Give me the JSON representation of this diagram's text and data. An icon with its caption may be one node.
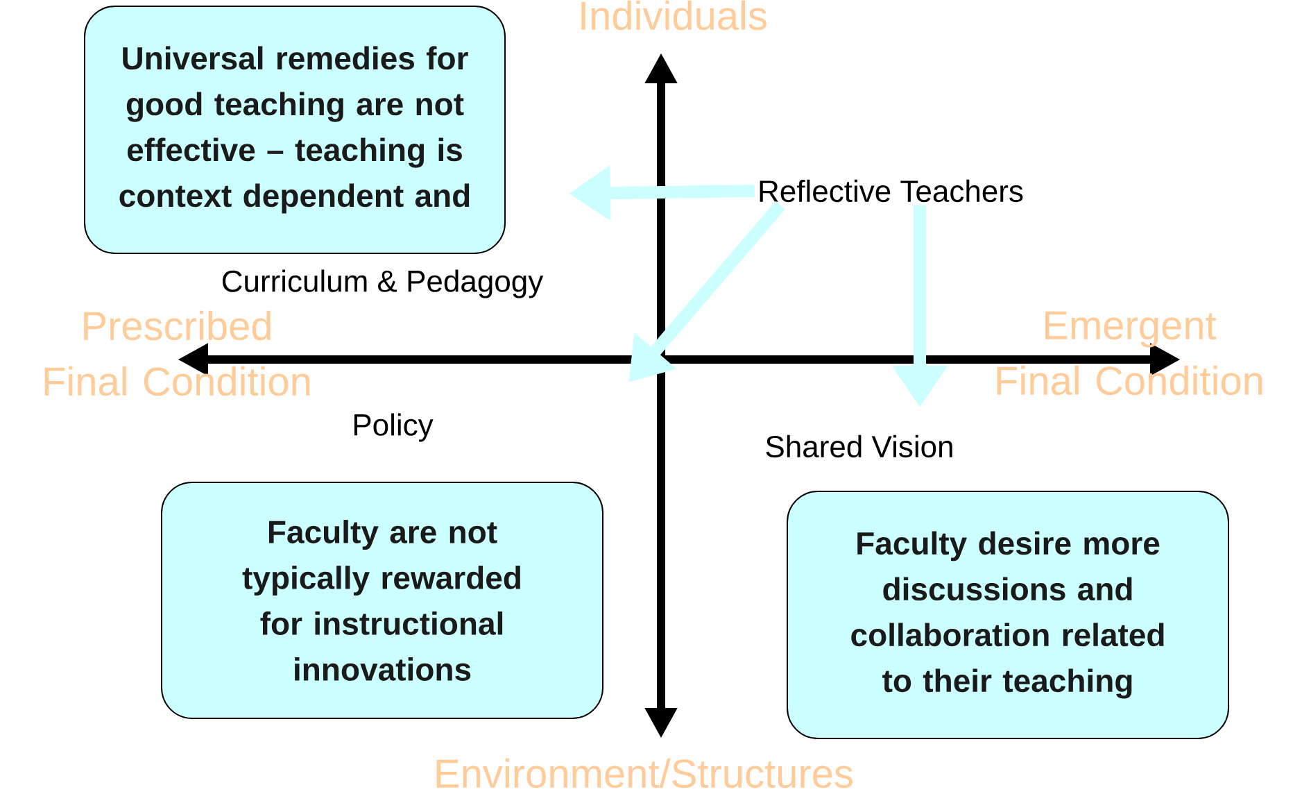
{
  "diagram": {
    "nodes": [
      {
        "text": [
          "Universal remedies for good teaching are not effective – teaching is context dependent and"
        ]
      },
      {
        "text": [
          "Reflective Teachers"
        ]
      },
      {
        "text": [
          "Faculty are not typically rewarded for instructional innovations"
        ]
      },
      {
        "text": [
          "Faculty desire more discussions and collaboration related to their teaching"
        ]
      }
    ],
    "edges": [
      {
        "from": 1,
        "to": null,
        "arrow": "to"
      },
      {
        "from": 1,
        "to": null,
        "arrow": "to"
      },
      {
        "from": 1,
        "to": null,
        "arrow": "to"
      }
    ],
    "labels": [
      "Individuals",
      "Curriculum & Pedagogy",
      "Prescribed Final Condition",
      "Emergent Final Condition",
      "Policy",
      "Shared Vision",
      "Environment/Structures"
    ]
  }
}
